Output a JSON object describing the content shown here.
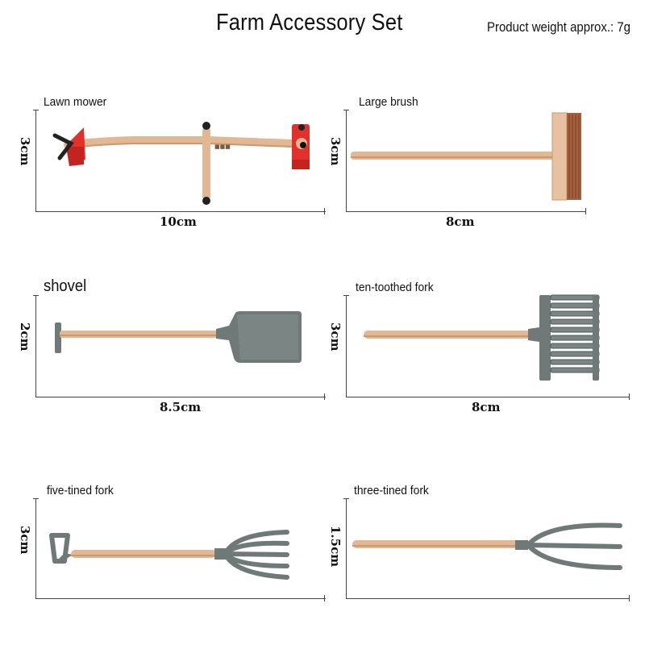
{
  "header": {
    "title": "Farm Accessory Set",
    "weight": "Product weight approx.: 7g"
  },
  "colors": {
    "wood": "#e2b894",
    "wood_dark": "#c99a72",
    "metal": "#6f7a78",
    "metal_dark": "#4f5a58",
    "red": "#e2302a",
    "bristle": "#a5603f"
  },
  "panels": [
    {
      "name": "Lawn mower",
      "width": "10cm",
      "height": "3cm",
      "icon": "lawn-mower-icon"
    },
    {
      "name": "Large brush",
      "width": "8cm",
      "height": "3cm",
      "icon": "broom-icon"
    },
    {
      "name": "shovel",
      "width": "8.5cm",
      "height": "2cm",
      "icon": "shovel-icon"
    },
    {
      "name": "ten-toothed fork",
      "width": "8cm",
      "height": "3cm",
      "icon": "rake-icon"
    },
    {
      "name": "five-tined fork",
      "width": "",
      "height": "3cm",
      "icon": "pitchfork-icon"
    },
    {
      "name": "three-tined fork",
      "width": "",
      "height": "1.5cm",
      "icon": "three-tined-fork-icon"
    }
  ]
}
